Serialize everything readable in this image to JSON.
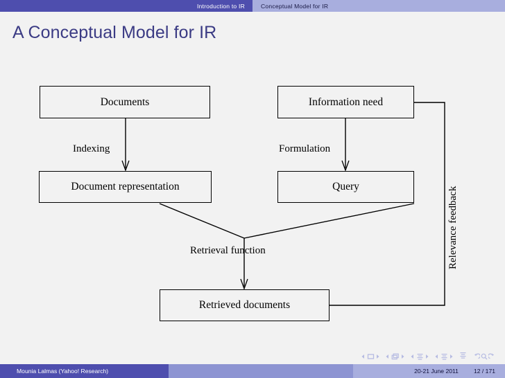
{
  "header": {
    "left_tab": "Introduction to IR",
    "right_tab": "Conceptual Model for IR",
    "left_color": "#4e4eae",
    "right_color": "#a8aede"
  },
  "slide": {
    "title": "A Conceptual Model for IR",
    "title_color": "#3b3b84",
    "background": "#f2f2f2"
  },
  "diagram": {
    "boxes": [
      {
        "id": "documents",
        "label": "Documents"
      },
      {
        "id": "information-need",
        "label": "Information need"
      },
      {
        "id": "document-representation",
        "label": "Document representation"
      },
      {
        "id": "query",
        "label": "Query"
      },
      {
        "id": "retrieved-documents",
        "label": "Retrieved documents"
      }
    ],
    "labels": [
      {
        "id": "indexing",
        "label": "Indexing"
      },
      {
        "id": "formulation",
        "label": "Formulation"
      },
      {
        "id": "retrieval-function",
        "label": "Retrieval function"
      },
      {
        "id": "relevance-feedback",
        "label": "Relevance feedback"
      }
    ],
    "line_color": "#000000"
  },
  "navigation": {
    "icons": [
      "slide-prev-icon",
      "slide-icon",
      "slide-next-icon",
      "frame-prev-icon",
      "frame-icon",
      "frame-next-icon",
      "subsection-prev-icon",
      "subsection-icon",
      "subsection-next-icon",
      "section-prev-icon",
      "section-icon",
      "section-next-icon",
      "doc-icon",
      "back-icon",
      "search-icon",
      "forward-icon"
    ],
    "color": "#b6bbe2"
  },
  "footer": {
    "author": "Mounia Lalmas  (Yahoo! Research)",
    "date": "20-21 June 2011",
    "page": "12 / 171",
    "left_color": "#4e4eae",
    "mid_color": "#8d94d2",
    "right_color": "#a8aede"
  }
}
